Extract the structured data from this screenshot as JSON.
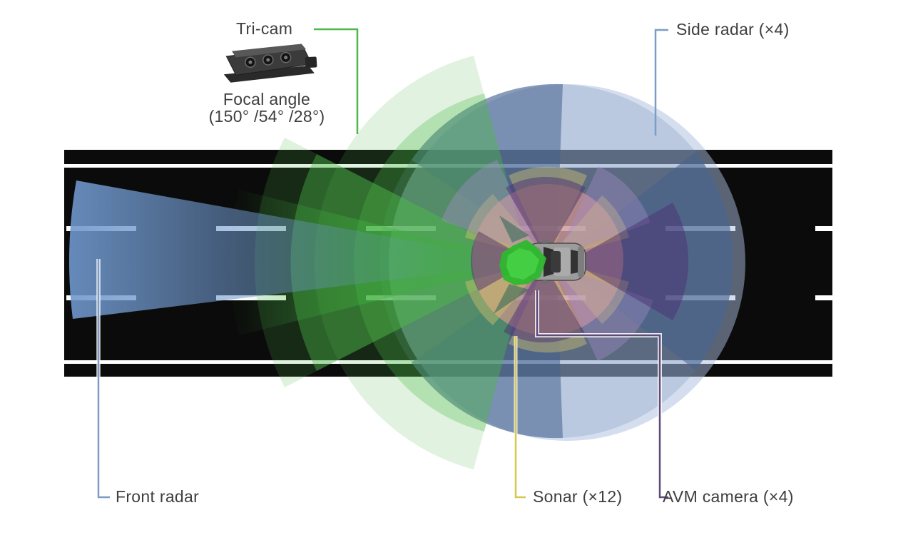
{
  "diagram": {
    "labels": {
      "tricam": "Tri-cam",
      "focal_angle_line1": "Focal angle",
      "focal_angle_line2": "(150° /54° /28°)",
      "side_radar": "Side radar (×4)",
      "front_radar": "Front radar",
      "sonar": "Sonar (×12)",
      "avm_camera": "AVM camera (×4)"
    },
    "sensors": [
      {
        "id": "tricam",
        "label": "Tri-cam",
        "note": "Focal angle (150° /54° /28°)",
        "leader_color": "#4db848"
      },
      {
        "id": "side-radar",
        "label": "Side radar (×4)",
        "leader_color": "#7b9cc4"
      },
      {
        "id": "front-radar",
        "label": "Front radar",
        "leader_color": "#7b9cc4"
      },
      {
        "id": "sonar",
        "label": "Sonar (×12)",
        "leader_color": "#d6c84f"
      },
      {
        "id": "avm-camera",
        "label": "AVM camera (×4)",
        "leader_color": "#5f4a78"
      }
    ],
    "icons": {
      "tricam_device": "tri-cam-camera-module"
    }
  },
  "colors": {
    "text": "#3e3e3e",
    "tricam_green": "#4db848",
    "radar_blue_leader": "#7b9cc4",
    "radar_blue_light": "#a9bedf",
    "radar_blue_mid": "#5f7fae",
    "radar_blue_dark": "#46618c",
    "front_radar_blue": "#6f97cc",
    "sonar_yellow": "#d6c84f",
    "sonar_pink": "#e99a8f",
    "sonar_tan": "#d8c66e",
    "avm_purple": "#4b2f73",
    "avm_lavender": "#a58ecb",
    "road_black": "#0b0b0b",
    "lane_white": "#ffffff"
  }
}
